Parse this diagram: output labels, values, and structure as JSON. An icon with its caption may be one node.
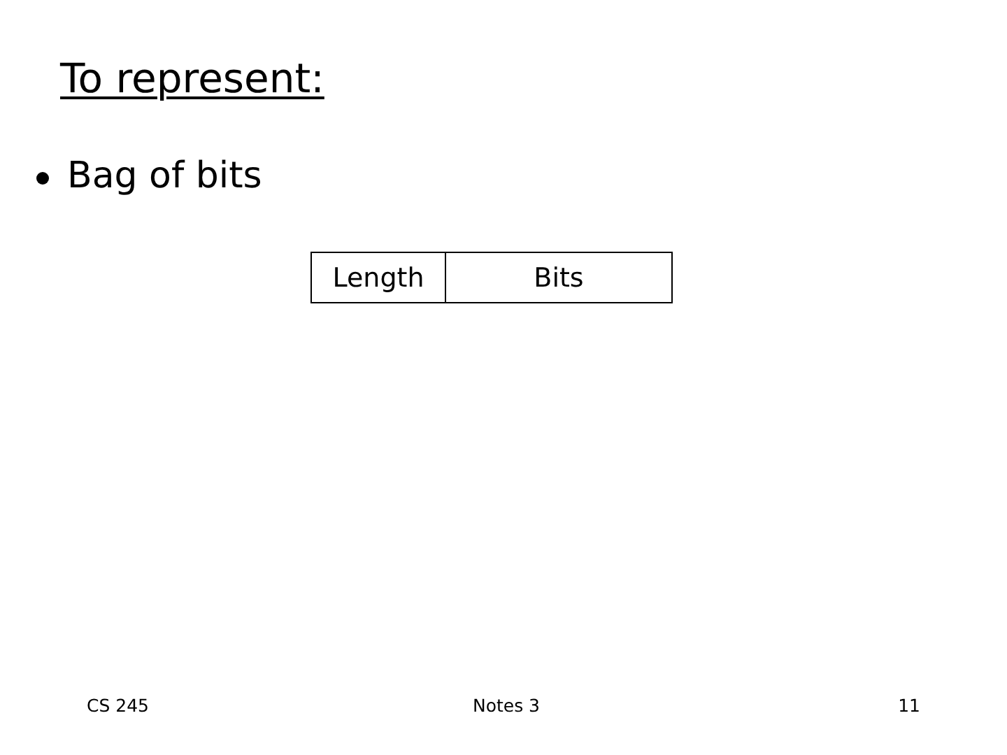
{
  "diagram": {
    "title": "To represent:",
    "nodes": [
      {
        "text": [
          "Length"
        ]
      },
      {
        "text": [
          "Bits"
        ]
      }
    ],
    "labels": [
      "Bag of bits",
      "CS 245",
      "Notes 3",
      "11"
    ]
  }
}
